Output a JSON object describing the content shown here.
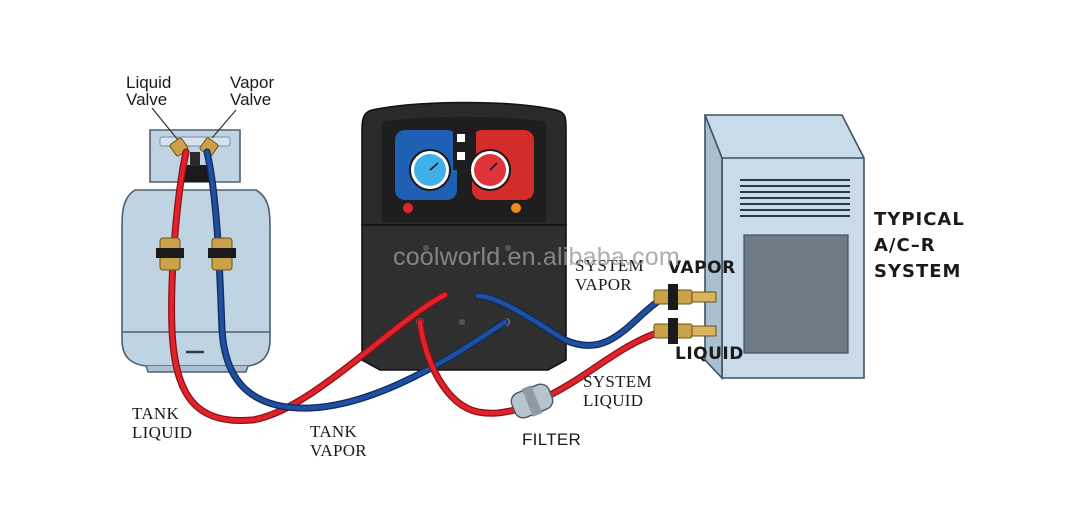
{
  "labels": {
    "liquid_valve": [
      "Liquid",
      "Valve"
    ],
    "vapor_valve": [
      "Vapor",
      "Valve"
    ],
    "tank_liquid": [
      "TANK",
      "LIQUID"
    ],
    "tank_vapor": [
      "TANK",
      "VAPOR"
    ],
    "filter": "FILTER",
    "system_vapor": [
      "SYSTEM",
      "VAPOR"
    ],
    "system_liquid": [
      "SYSTEM",
      "LIQUID"
    ],
    "vapor_port": "VAPOR",
    "liquid_port": "LIQUID",
    "system": [
      "TYPICAL",
      "A/C–R",
      "SYSTEM"
    ]
  },
  "watermark": "coolworld.en.alibaba.com",
  "icons": [
    "refrigerant-tank-icon",
    "recovery-machine-icon",
    "ac-unit-icon",
    "pressure-gauge-icon",
    "filter-icon",
    "hose-valve-icon"
  ],
  "colors": {
    "red_hose": "#e2222b",
    "blue_hose": "#1f4fa0",
    "tank": "#bfd3e2",
    "machine": "#2a2a2a",
    "ac_unit": "#c9dbe8",
    "brass": "#c9a24a"
  }
}
